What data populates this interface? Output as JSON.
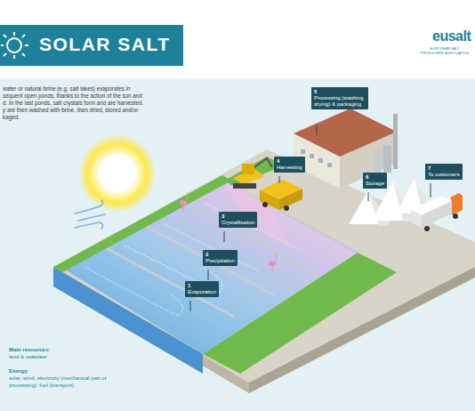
{
  "diagram": {
    "title": "SOLAR SALT",
    "nodes": [
      {
        "text": [
          "1",
          "Evaporation"
        ]
      },
      {
        "text": [
          "2",
          "Precipitation"
        ]
      },
      {
        "text": [
          "3",
          "Crystallisation"
        ]
      },
      {
        "text": [
          "4",
          "Harvesting"
        ]
      },
      {
        "text": [
          "5",
          "Processing (washing, drying) & packaging"
        ]
      },
      {
        "text": [
          "6",
          "Storage"
        ]
      },
      {
        "text": [
          "7",
          "To customers"
        ]
      }
    ],
    "labels": [
      "eusalt",
      "EUROPEAN SALT PRODUCERS' ASSOCIATION",
      "water or natural brine (e.g. salt lakes) evaporates in",
      "sequent open ponds, thanks to the action of the sun and",
      "d. In the last ponds, salt crystals form and are harvested.",
      "y are then washed with brine, then dried, stored and/or",
      "kaged.",
      "Main resources:",
      "land & seawater",
      "Energy:",
      "solar, wind, electricity (mechanical part of processing), fuel (transport)"
    ]
  }
}
